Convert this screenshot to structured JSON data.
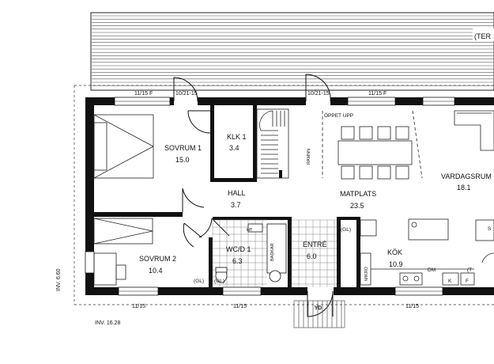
{
  "terrace": {
    "label": "(TER"
  },
  "rooms": [
    {
      "name": "SOVRUM 1",
      "area": "15.0"
    },
    {
      "name": "KLK 1",
      "area": "3.4"
    },
    {
      "name": "HALL",
      "area": "3.7"
    },
    {
      "name": "MATPLATS",
      "area": "23.5"
    },
    {
      "name": "VARDAGSRUM",
      "area": "18.1"
    },
    {
      "name": "SOVRUM 2",
      "area": "10.4"
    },
    {
      "name": "WC/D 1",
      "area": "6.3"
    },
    {
      "name": "ENTRÉ",
      "area": "6.0"
    },
    {
      "name": "KÖK",
      "area": "10.9"
    }
  ],
  "window_labels": {
    "top_left": "11/15 F",
    "top_door_left": "10/21-15",
    "top_door_right": "10/21-15",
    "top_right": "11/15 F",
    "bottom_left": "11/15",
    "bottom_mid": "11/15",
    "bottom_right": "11/15"
  },
  "annotations": {
    "oppet_upp": "ÖPPET UPP",
    "ramnn": "RAMNN",
    "ht": "HT",
    "badkar": "BADKAR",
    "gl_wc": "(GL)",
    "gl_sovrum": "(GL)",
    "gl_kok": "(GL)",
    "mikro": "MIKRO",
    "dm": "DM",
    "k": "K",
    "f": "F",
    "t": "(T",
    "yd": "YD",
    "s": "S"
  },
  "dimensions": {
    "side": "INV. 6.60",
    "bottom": "INV. 16.28"
  }
}
